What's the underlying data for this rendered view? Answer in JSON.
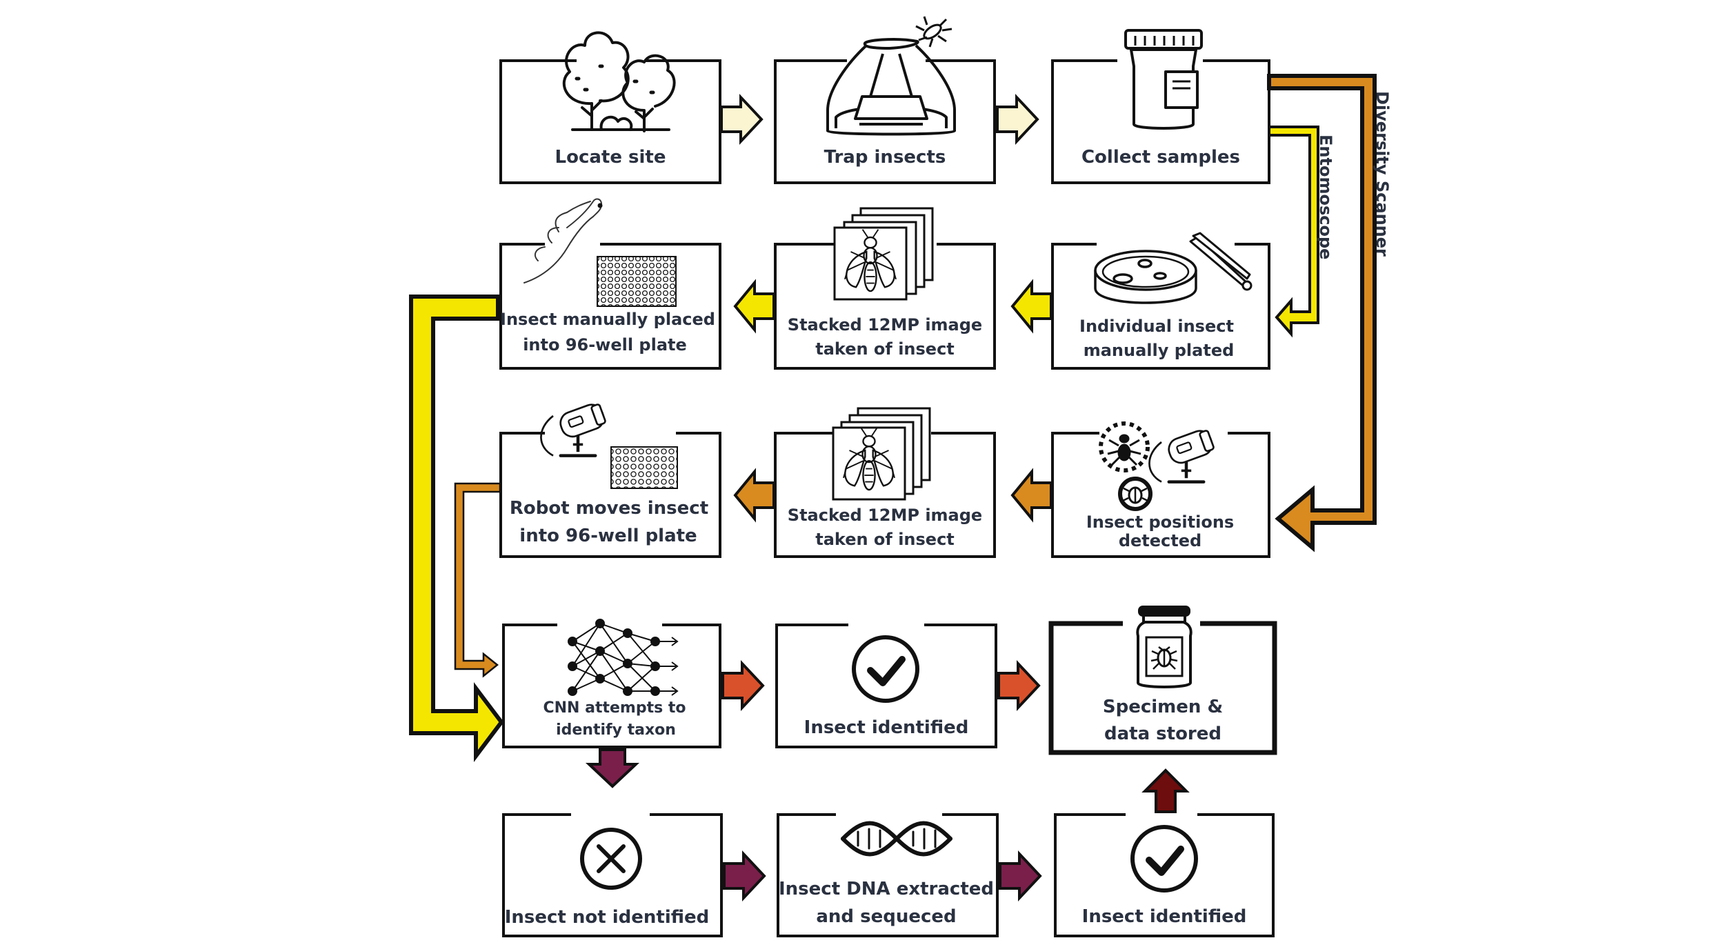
{
  "steps": {
    "locate": [
      "Locate site"
    ],
    "trap": [
      "Trap insects"
    ],
    "collect": [
      "Collect samples"
    ],
    "manual_place": [
      "Insect manually placed",
      "into 96-well plate"
    ],
    "stacked_manual": [
      "Stacked 12MP image",
      "taken of insect"
    ],
    "individual": [
      "Individual insect",
      "manually plated"
    ],
    "robot": [
      "Robot moves insect",
      "into 96-well plate"
    ],
    "stacked_robot": [
      "Stacked 12MP image",
      "taken of insect"
    ],
    "positions": [
      "Insect positions",
      "detected"
    ],
    "cnn": [
      "CNN attempts to",
      "identify taxon"
    ],
    "identified": [
      "Insect identified"
    ],
    "stored": [
      "Specimen &",
      "data stored"
    ],
    "not_identified": [
      "Insect not identified"
    ],
    "dna": [
      "Insect DNA extracted",
      "and sequeced"
    ],
    "identified_dna": [
      "Insect identified"
    ]
  },
  "pathways": {
    "entomoscope": "Entomoscope",
    "diversity_scanner": "Diversity Scanner"
  },
  "icons": [
    "trees-icon",
    "trap-icon",
    "sample-jar-icon",
    "hand-icon",
    "well-plate-icon",
    "fly-image-stack-icon",
    "petri-dish-icon",
    "tweezers-icon",
    "camera-icon",
    "insect-detection-icon",
    "neural-network-icon",
    "checkmark-icon",
    "specimen-jar-icon",
    "cross-icon",
    "dna-icon"
  ],
  "colors": {
    "entomoscope": "#f5e600",
    "diversity_scanner": "#d98b1f",
    "initial": "#fbf5d2",
    "identified": "#d9512b",
    "not_identified": "#7a1f4a",
    "stored": "#6e0d0d",
    "outline": "#111111",
    "text": "#2a3140"
  }
}
